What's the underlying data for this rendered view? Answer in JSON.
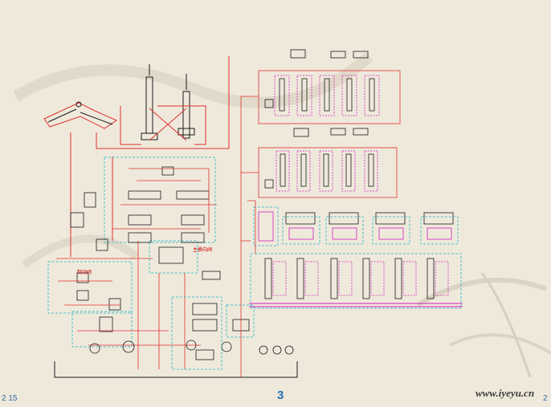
{
  "slide": {
    "page_number": "3",
    "corner_label": "2 15",
    "corner_right": "2",
    "watermark": "www.iyeyu.cn"
  },
  "diagram": {
    "labels": {
      "main_valve": "主换向阀",
      "left_valve": "制动阀"
    },
    "colors": {
      "pipe_red": "#e0302c",
      "pipe_magenta": "#d021b8",
      "dash_cyan": "#18b8c8",
      "component_black": "#1a1a1a",
      "background": "#efe9dc"
    }
  }
}
